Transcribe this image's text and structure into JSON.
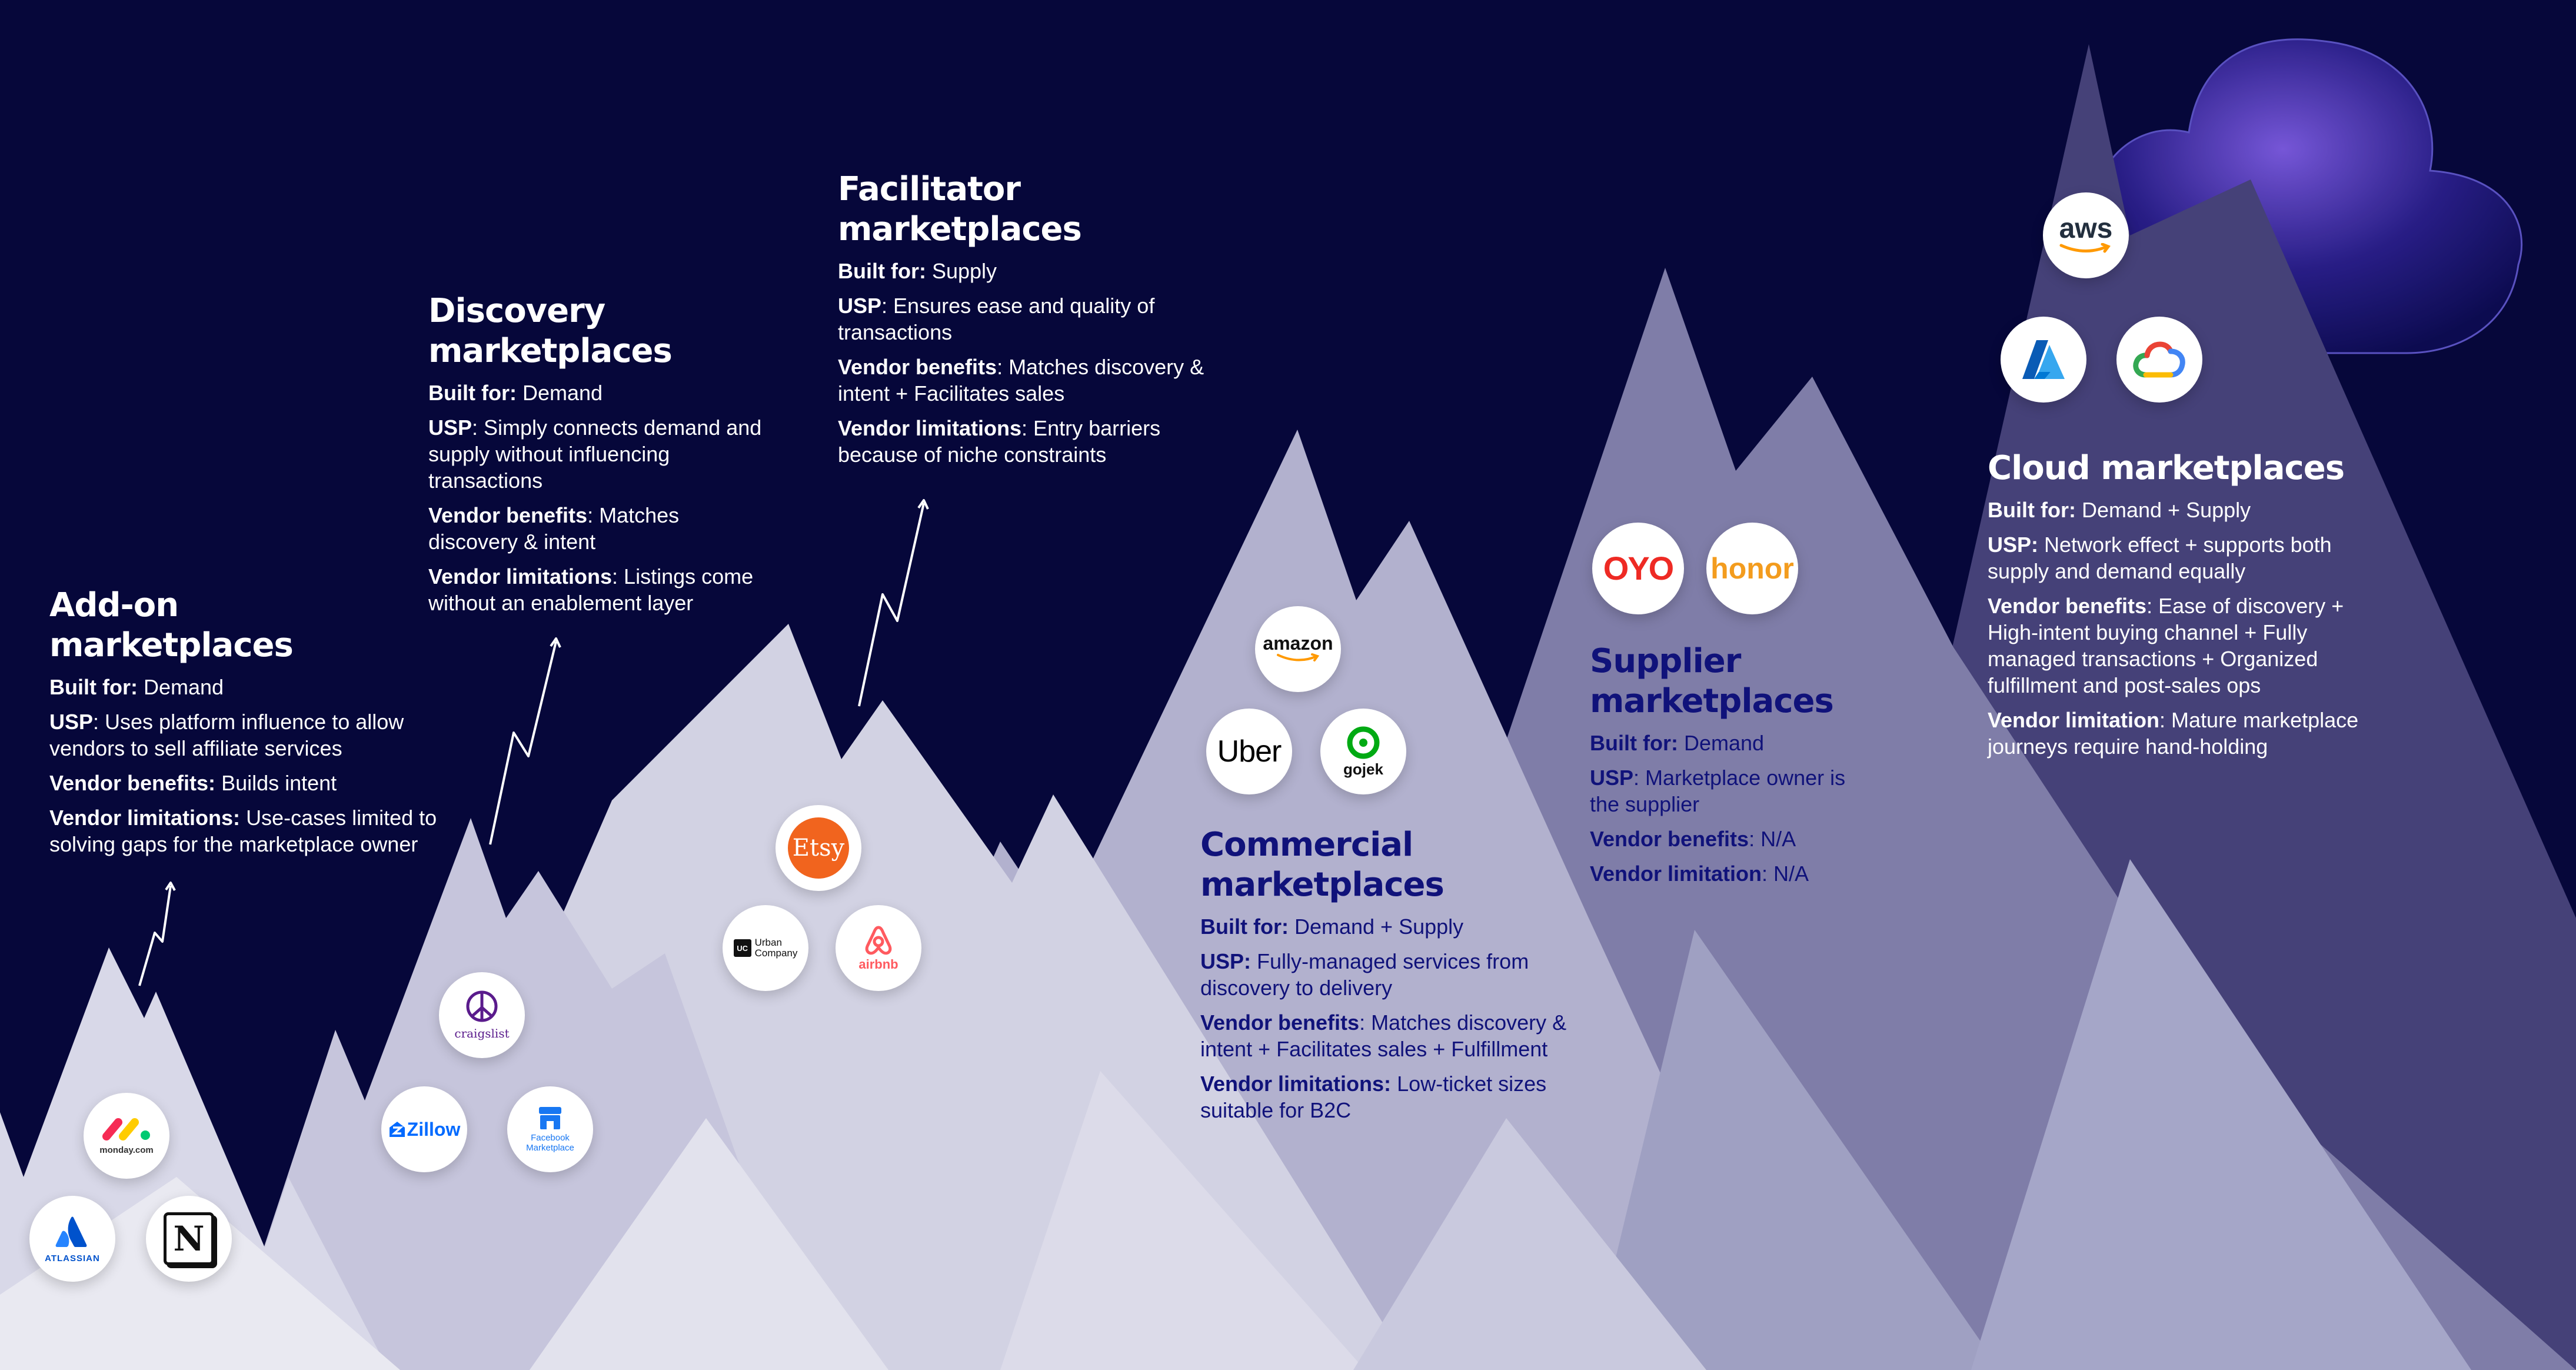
{
  "sections": {
    "addon": {
      "title_l1": "Add-on",
      "title_l2": "marketplaces",
      "rows": [
        {
          "label": "Built for:",
          "text": "Demand"
        },
        {
          "label": "USP",
          "text": ": Uses platform influence to allow vendors to sell affiliate services"
        },
        {
          "label": "Vendor benefits:",
          "text": "Builds intent"
        },
        {
          "label": "Vendor limitations:",
          "text": "Use-cases limited to solving gaps for the marketplace owner"
        }
      ]
    },
    "discovery": {
      "title_l1": "Discovery",
      "title_l2": "marketplaces",
      "rows": [
        {
          "label": "Built for:",
          "text": "Demand"
        },
        {
          "label": "USP",
          "text": ": Simply connects demand and supply without influencing transactions"
        },
        {
          "label": "Vendor benefits",
          "text": ": Matches discovery & intent"
        },
        {
          "label": "Vendor limitations",
          "text": ": Listings come without an enablement layer"
        }
      ]
    },
    "facilitator": {
      "title_l1": "Facilitator",
      "title_l2": "marketplaces",
      "rows": [
        {
          "label": "Built for:",
          "text": "Supply"
        },
        {
          "label": "USP",
          "text": ": Ensures ease and quality of transactions"
        },
        {
          "label": "Vendor benefits",
          "text": ": Matches discovery & intent + Facilitates sales"
        },
        {
          "label": "Vendor limitations",
          "text": ": Entry barriers because of niche constraints"
        }
      ]
    },
    "commercial": {
      "title_l1": "Commercial",
      "title_l2": "marketplaces",
      "rows": [
        {
          "label": "Built for:",
          "text": "Demand + Supply"
        },
        {
          "label": "USP:",
          "text": "Fully-managed services from discovery to delivery"
        },
        {
          "label": "Vendor benefits",
          "text": ": Matches discovery & intent + Facilitates sales + Fulfillment"
        },
        {
          "label": "Vendor limitations:",
          "text": "Low-ticket sizes suitable for B2C"
        }
      ]
    },
    "supplier": {
      "title_l1": "Supplier",
      "title_l2": "marketplaces",
      "rows": [
        {
          "label": "Built for:",
          "text": "Demand"
        },
        {
          "label": "USP",
          "text": ": Marketplace owner is the supplier"
        },
        {
          "label": "Vendor benefits",
          "text": ": N/A"
        },
        {
          "label": "Vendor limitation",
          "text": ": N/A"
        }
      ]
    },
    "cloud": {
      "title_l1": "Cloud marketplaces",
      "rows": [
        {
          "label": "Built for:",
          "text": "Demand + Supply"
        },
        {
          "label": "USP:",
          "text": "Network effect + supports both supply and demand equally"
        },
        {
          "label": "Vendor benefits",
          "text": ": Ease of discovery + High-intent buying channel + Fully managed transactions + Organized fulfillment and post-sales ops"
        },
        {
          "label": "Vendor limitation",
          "text": ": Mature marketplace journeys require hand-holding"
        }
      ]
    }
  },
  "logos": {
    "monday": "monday.com",
    "atlassian": "ATLASSIAN",
    "notion": "N",
    "craigslist": "craigslist",
    "zillow": "Zillow",
    "facebook": "Facebook Marketplace",
    "etsy": "Etsy",
    "urban_company_l1": "Urban",
    "urban_company_l2": "Company",
    "urban_company_mark": "UC",
    "airbnb": "airbnb",
    "amazon": "amazon",
    "uber": "Uber",
    "gojek": "gojek",
    "oyo": "OYO",
    "honor": "honor",
    "aws": "aws"
  },
  "colors": {
    "background": "#06073a",
    "heading_dark": "#10127a",
    "text_light": "#ffffff",
    "oyo_red": "#ee2a24",
    "honor_orange": "#f39c1e",
    "airbnb_red": "#ff5a5f",
    "etsy_orange": "#f1641e",
    "gojek_green": "#00aa13",
    "amazon_orange": "#ff9900",
    "monday_red": "#f62b54",
    "monday_yellow": "#ffcc00",
    "monday_green": "#00ca72",
    "atlassian_blue": "#0052cc",
    "zillow_blue": "#006aff",
    "azure_blue": "#0078d4",
    "craigslist_purple": "#5a1b8c",
    "aws_dark": "#232f3e"
  },
  "icons": [
    "cloud-icon",
    "growth-arrow-icon",
    "mountain-icon"
  ]
}
